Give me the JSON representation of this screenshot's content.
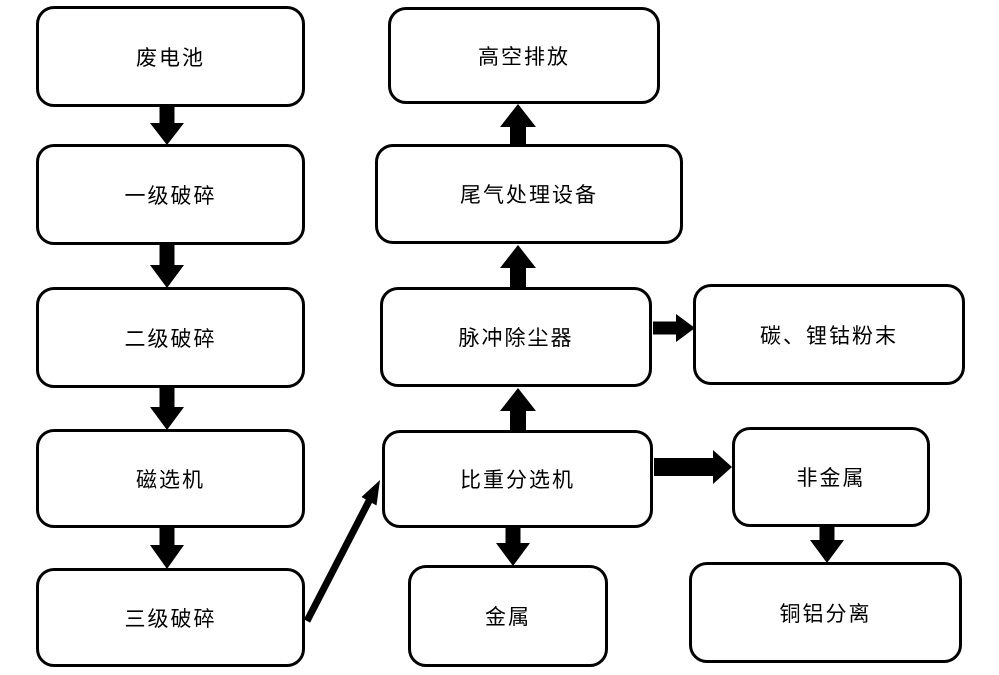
{
  "diagram": {
    "type": "flowchart",
    "subject": "waste battery crushing and sorting process",
    "colors": {
      "background": "#ffffff",
      "node_fill": "#ffffff",
      "node_border": "#000000",
      "arrow": "#000000",
      "text": "#000000"
    },
    "nodes": {
      "waste_battery": {
        "label": "废电池"
      },
      "primary_crushing": {
        "label": "一级破碎"
      },
      "secondary_crushing": {
        "label": "二级破碎"
      },
      "magnetic_separator": {
        "label": "磁选机"
      },
      "tertiary_crushing": {
        "label": "三级破碎"
      },
      "high_altitude_discharge": {
        "label": "高空排放"
      },
      "exhaust_gas_treatment": {
        "label": "尾气处理设备"
      },
      "pulse_dust_collector": {
        "label": "脉冲除尘器"
      },
      "gravity_separator": {
        "label": "比重分选机"
      },
      "metal": {
        "label": "金属"
      },
      "carbon_lithium_cobalt_powder": {
        "label": "碳、锂钴粉末"
      },
      "non_metal": {
        "label": "非金属"
      },
      "copper_aluminum_separation": {
        "label": "铜铝分离"
      }
    },
    "edges": [
      {
        "from": "废电池",
        "to": "一级破碎",
        "direction": "down"
      },
      {
        "from": "一级破碎",
        "to": "二级破碎",
        "direction": "down"
      },
      {
        "from": "二级破碎",
        "to": "磁选机",
        "direction": "down"
      },
      {
        "from": "磁选机",
        "to": "三级破碎",
        "direction": "down"
      },
      {
        "from": "三级破碎",
        "to": "比重分选机",
        "direction": "diagonal-up-right"
      },
      {
        "from": "比重分选机",
        "to": "脉冲除尘器",
        "direction": "up"
      },
      {
        "from": "比重分选机",
        "to": "金属",
        "direction": "down"
      },
      {
        "from": "比重分选机",
        "to": "非金属",
        "direction": "right"
      },
      {
        "from": "非金属",
        "to": "铜铝分离",
        "direction": "down"
      },
      {
        "from": "脉冲除尘器",
        "to": "碳、锂钴粉末",
        "direction": "right"
      },
      {
        "from": "脉冲除尘器",
        "to": "尾气处理设备",
        "direction": "up"
      },
      {
        "from": "尾气处理设备",
        "to": "高空排放",
        "direction": "up"
      }
    ]
  }
}
